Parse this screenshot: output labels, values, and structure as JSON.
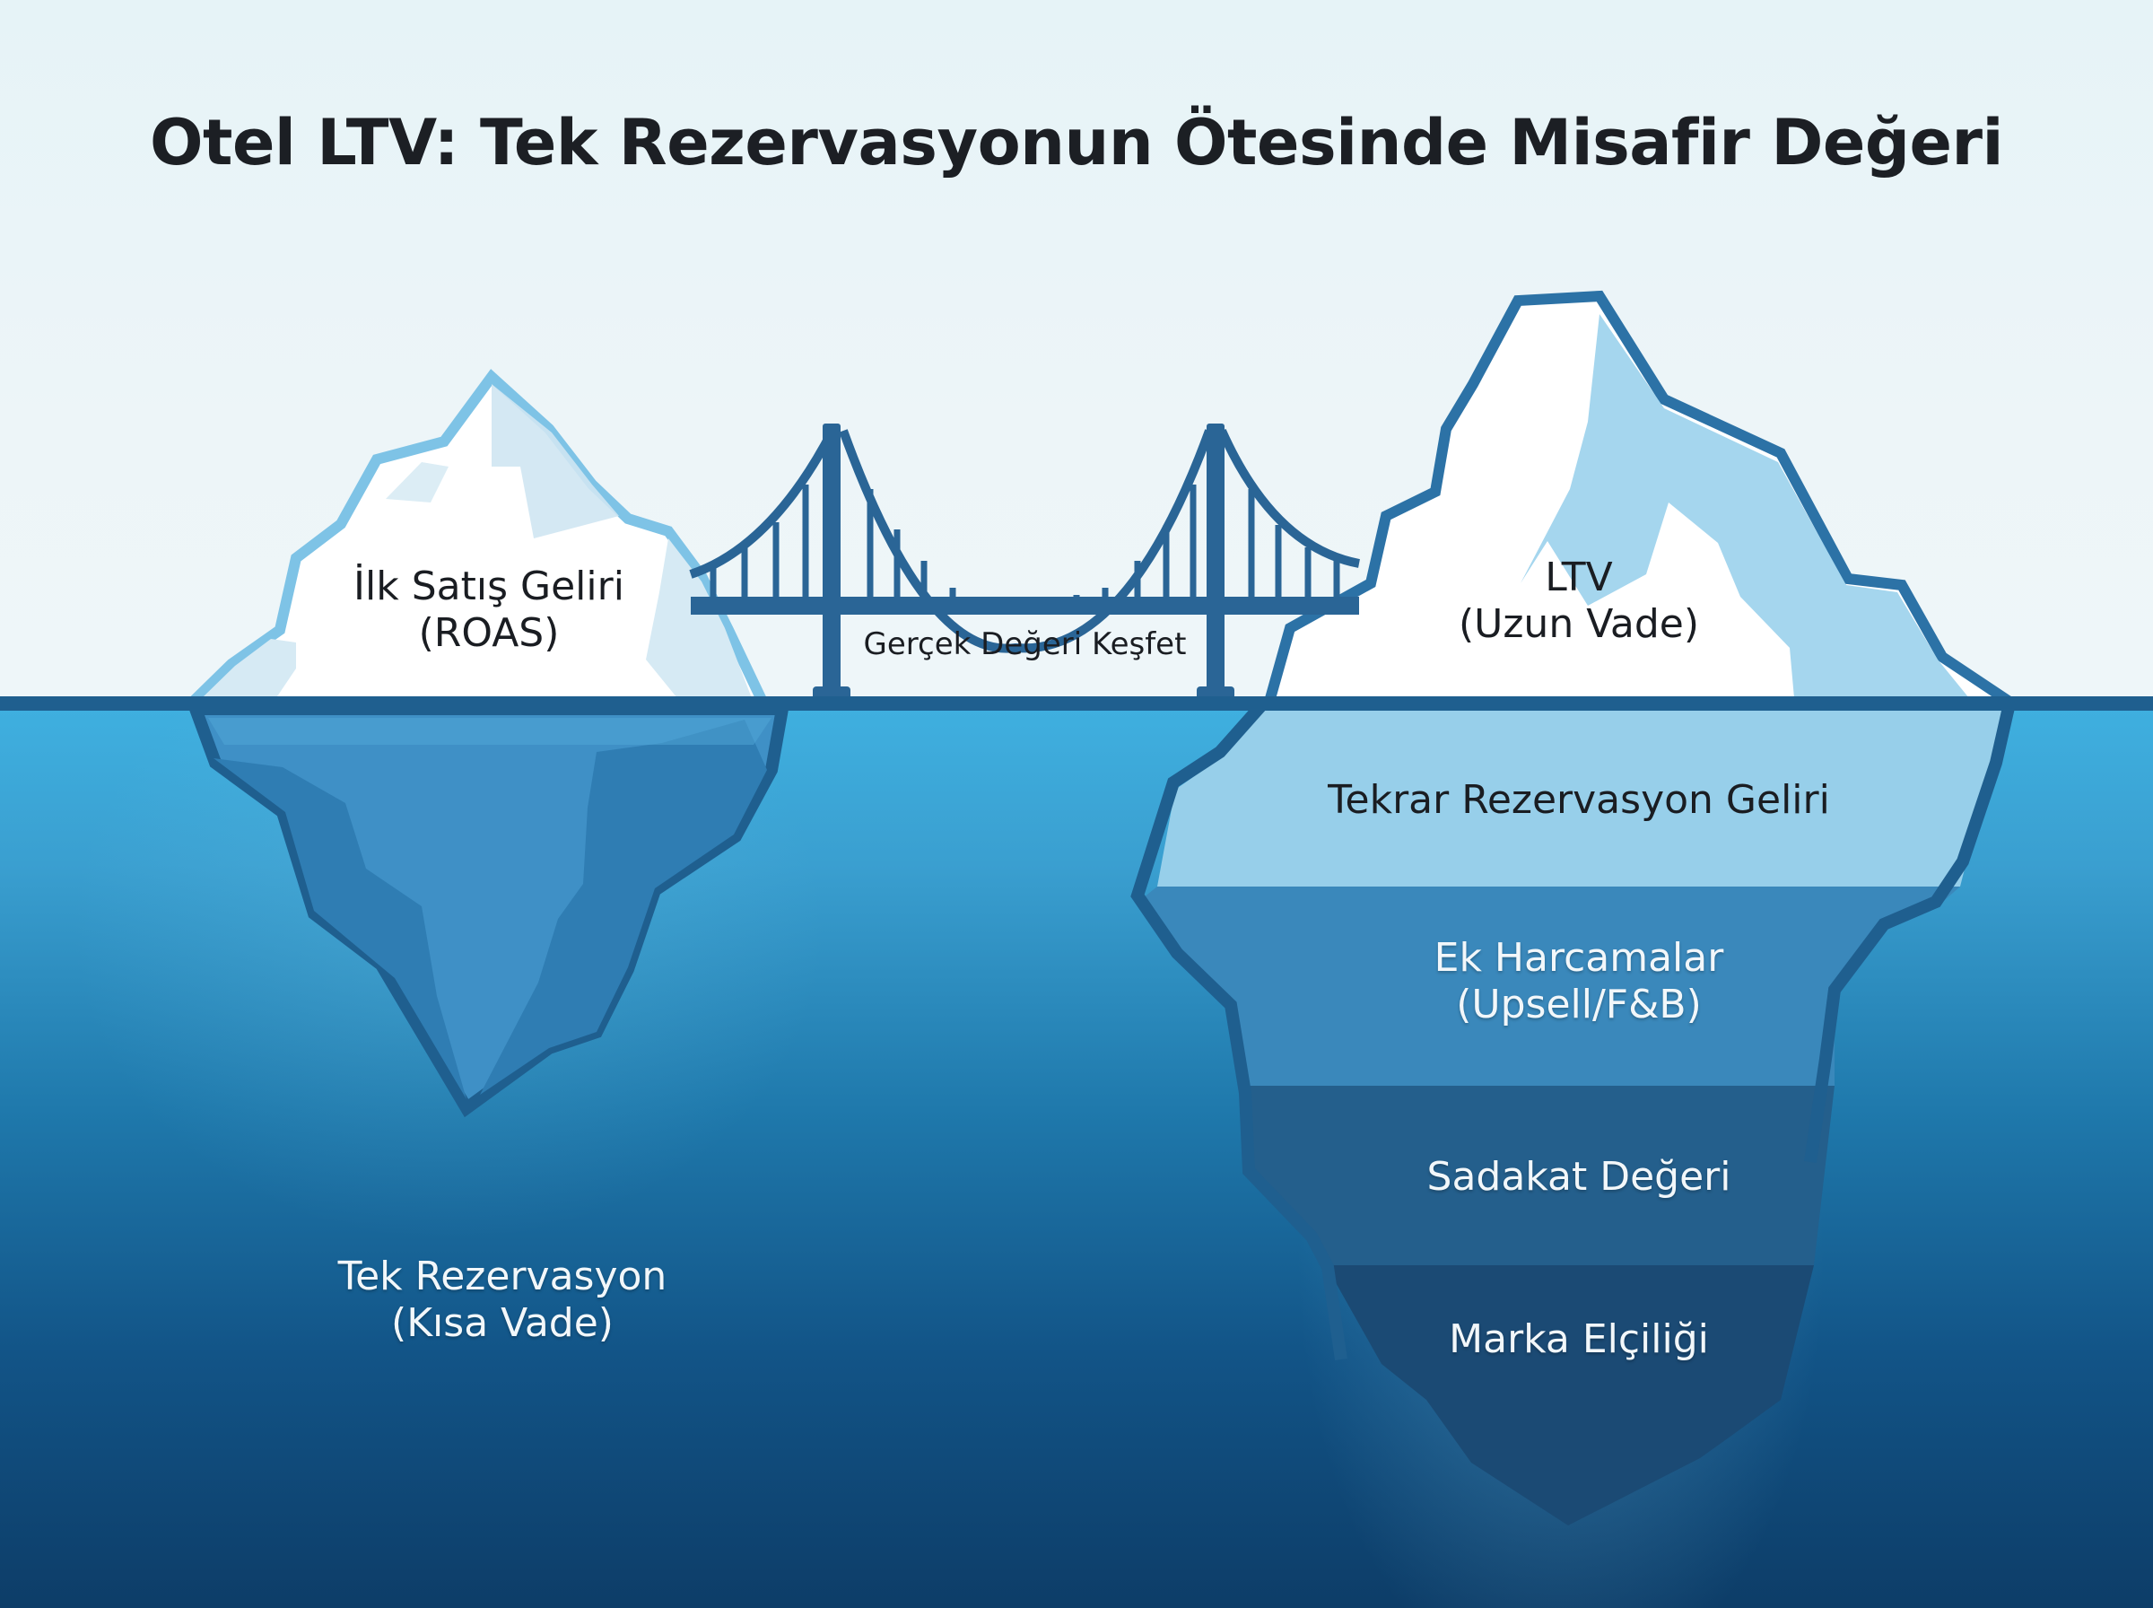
{
  "title": "Otel LTV: Tek Rezervasyonun Ötesinde Misafir Değeri",
  "left_iceberg": {
    "tip_label_line1": "İlk Satış Geliri",
    "tip_label_line2": "(ROAS)",
    "base_label_line1": "Tek Rezervasyon",
    "base_label_line2": "(Kısa Vade)"
  },
  "bridge": {
    "label": "Gerçek Değeri Keşfet"
  },
  "right_iceberg": {
    "tip_label_line1": "LTV",
    "tip_label_line2": "(Uzun Vade)",
    "layers": [
      {
        "line1": "Tekrar Rezervasyon Geliri",
        "line2": ""
      },
      {
        "line1": "Ek Harcamalar",
        "line2": "(Upsell/F&B)"
      },
      {
        "line1": "Sadakat Değeri",
        "line2": ""
      },
      {
        "line1": "Marka Elçiliği",
        "line2": ""
      }
    ]
  },
  "colors": {
    "sky": "#eaf4f8",
    "sea_top": "#3fb0e0",
    "sea_bottom": "#0d3d68",
    "outline_dark": "#1f5f8f",
    "outline_light": "#7ec3e6",
    "layer_1": "#97cfea",
    "layer_2": "#3a88bb",
    "layer_3": "#245f8c",
    "layer_4": "#1b4a74",
    "bridge": "#2a6596"
  }
}
